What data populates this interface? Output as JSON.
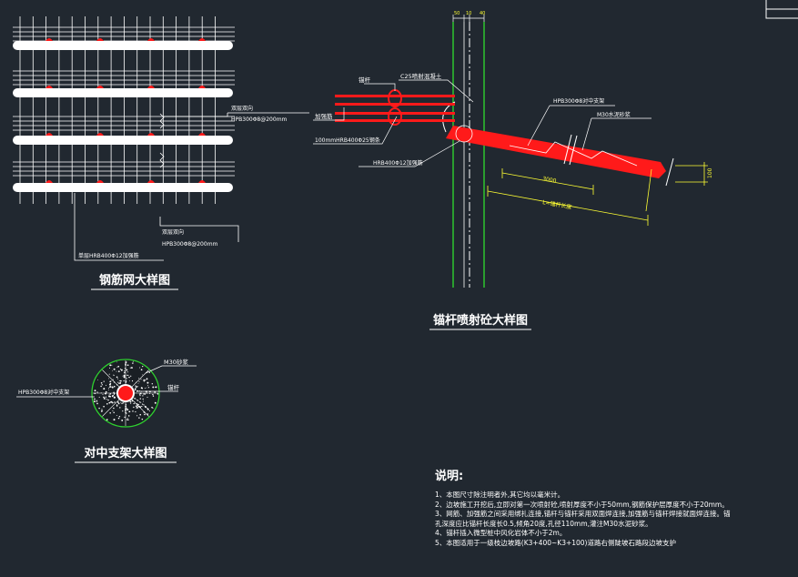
{
  "colors": {
    "background": "#212830",
    "white": "#ffffff",
    "green": "#2fd12f",
    "red": "#ff1a1a",
    "yellow": "#ffff33"
  },
  "mesh_detail": {
    "title": "钢筋网大样图",
    "label_double_layer_top": "双层双向",
    "label_hpb_top": "HPB300Φ8@200mm",
    "label_double_layer_bottom": "双层双向",
    "label_hpb_bottom": "HPB300Φ8@200mm",
    "label_single_row": "单层HRB400Φ12加强筋"
  },
  "shotcrete_detail": {
    "title": "锚杆喷射砼大样图",
    "dim_top": [
      "50",
      "10",
      "40"
    ],
    "label_anchor": "锚杆",
    "label_c25": "C25喷射混凝土",
    "label_stiffener": "加强筋",
    "label_steel_strip": "100mmHRB400Φ25钢条",
    "label_reinforce": "HRB400Φ12加强筋",
    "label_centering": "HPB300Φ8对中支架",
    "label_mortar": "M30水泥砂浆",
    "dim_3000": "3000",
    "dim_length": "L=锚杆长度",
    "dim_100": "100"
  },
  "centering_detail": {
    "title": "对中支架大样图",
    "label_mortar": "M30砂浆",
    "label_bolt": "锚杆",
    "label_hpb": "HPB300Φ8对中支架"
  },
  "notes": {
    "title": "说明:",
    "lines": [
      "1、本图尺寸除注明者外,其它均以毫米计。",
      "2、边坡施工开挖后,立即对第一次喷射砼,喷射厚度不小于50mm,钢筋保护层厚度不小于20mm。",
      "3、网筋、加强筋之间采用绑扎连接,锚杆与锚杆采用双面焊连接,加强筋与锚杆焊接就面焊连接。锚",
      "孔深度应比锚杆长度长0.5,倾角20度,孔径110mm,灌注M30水泥砂浆。",
      "4、锚杆插入微型桩中风化岩体不小于2m。",
      "5、本图适用于一级枝边坡路(K3+400~K3+100)道路右侧陡坡石路段边坡支护"
    ]
  }
}
